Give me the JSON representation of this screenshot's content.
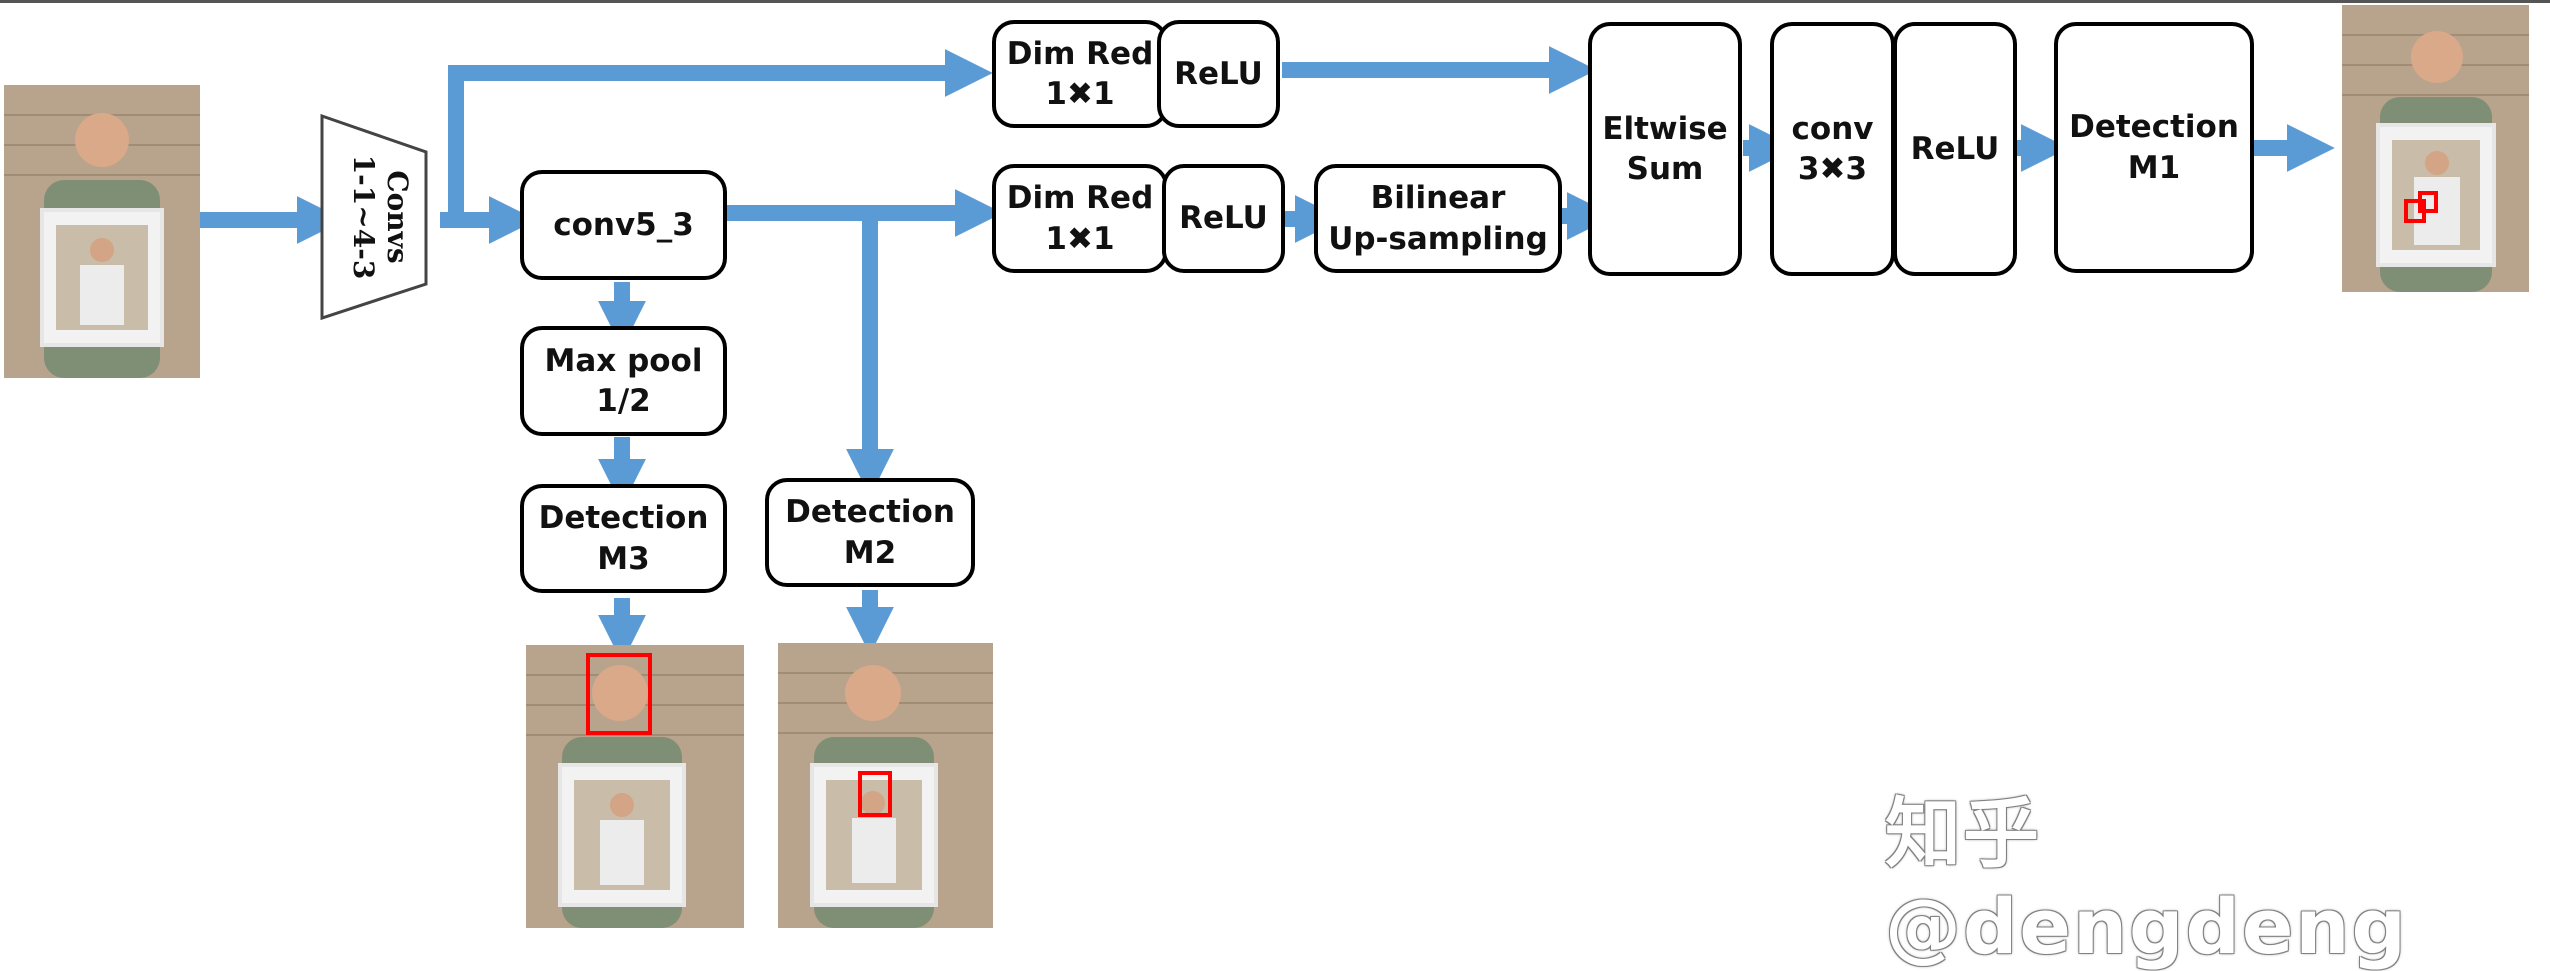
{
  "diagram": {
    "colors": {
      "arrow": "#5b9bd5",
      "box_border": "#000000",
      "detection_box": "#ff0000"
    },
    "convs_block": {
      "title": "Convs",
      "subtitle": "1-1~4-3"
    },
    "boxes": {
      "conv5_3": "conv5_3",
      "max_pool": "Max pool\n1/2",
      "detection_m3": "Detection\nM3",
      "detection_m2": "Detection\nM2",
      "dim_red_top": "Dim Red\n1✖1",
      "relu_top": "ReLU",
      "dim_red_mid": "Dim Red\n1✖1",
      "relu_mid": "ReLU",
      "bilinear": "Bilinear\nUp-sampling",
      "eltwise_sum": "Eltwise\nSum",
      "conv3x3": "conv\n3✖3",
      "relu_right": "ReLU",
      "detection_m1": "Detection\nM1"
    },
    "photos": [
      "input-photo",
      "output-photo-m1",
      "output-photo-m3",
      "output-photo-m2"
    ]
  },
  "watermark": "知乎 @dengdeng"
}
